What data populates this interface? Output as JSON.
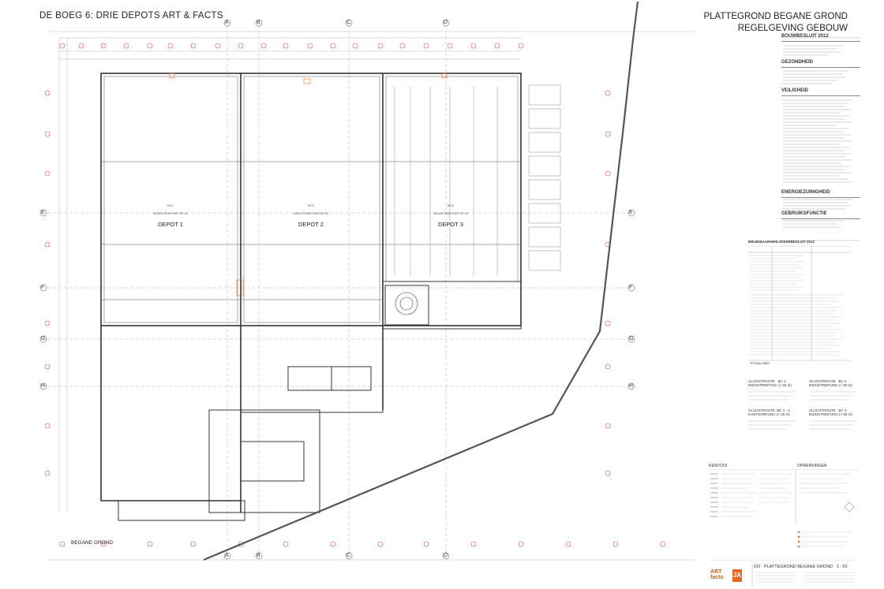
{
  "header": {
    "project_title": "DE BOEG 6: DRIE DEPOTS ART & FACTS",
    "sheet_title_line1": "PLATTEGROND BEGANE GROND",
    "sheet_title_line2": "REGELGEVING GEBOUW"
  },
  "grid_axes": {
    "top": [
      "A",
      "B",
      "C",
      "D"
    ],
    "bottom": [
      "A",
      "B",
      "C",
      "D"
    ],
    "sides": [
      "E",
      "F",
      "G",
      "H"
    ]
  },
  "depots": [
    {
      "name": "DEPOT 1",
      "code": "BC1",
      "sub": "INDUSTRIEFUNCTIE 01"
    },
    {
      "name": "DEPOT 2",
      "code": "BC2",
      "sub": "INDUSTRIEFUNCTIE 02"
    },
    {
      "name": "DEPOT 3",
      "code": "BC3",
      "sub": "INDUSTRIEFUNCTIE 03"
    }
  ],
  "floor_label": "BEGANE GROND",
  "regulations": {
    "sections": [
      "BOUWBESLUIT 2012",
      "GEZONDHEID",
      "VEILIGHEID",
      "ENERGIEZUINIGHEID",
      "GEBRUIKSFUNCTIE"
    ],
    "area_table_title": "BRUIKBAARHEID BOUWBESLUIT 2012",
    "total_label": "TOTAAL BBO"
  },
  "escape_routes": [
    {
      "title": "VLUCHTROUTE",
      "code": "BC 1",
      "sub": "INDUSTRIEFUNC (> 60 m)"
    },
    {
      "title": "VLUCHTROUTE",
      "code": "BC 2",
      "sub": "INDUSTRIEFUNC (> 60 m)"
    },
    {
      "title": "VLUCHTROUTE",
      "code": "BC 1 - 2",
      "sub": "KANTOORFUNC (> 40 m)"
    },
    {
      "title": "VLUCHTROUTE",
      "code": "BC 3",
      "sub": "INDUSTRIEFUNC (> 60 m)"
    }
  ],
  "legend": {
    "renvooi": "RENVOOI",
    "opmerkingen": "OPMERKINGEN"
  },
  "title_block": {
    "logo_text_1": "ART",
    "logo_text_2": "facts",
    "logo_box": "JA",
    "phase": "DO",
    "drawing_name": "PLATTEGROND BEGANE GROND",
    "scale": "1 : 50"
  },
  "colors": {
    "accent": "#e36a1f",
    "grid_dash": "#e05050",
    "walls": "#333333"
  }
}
